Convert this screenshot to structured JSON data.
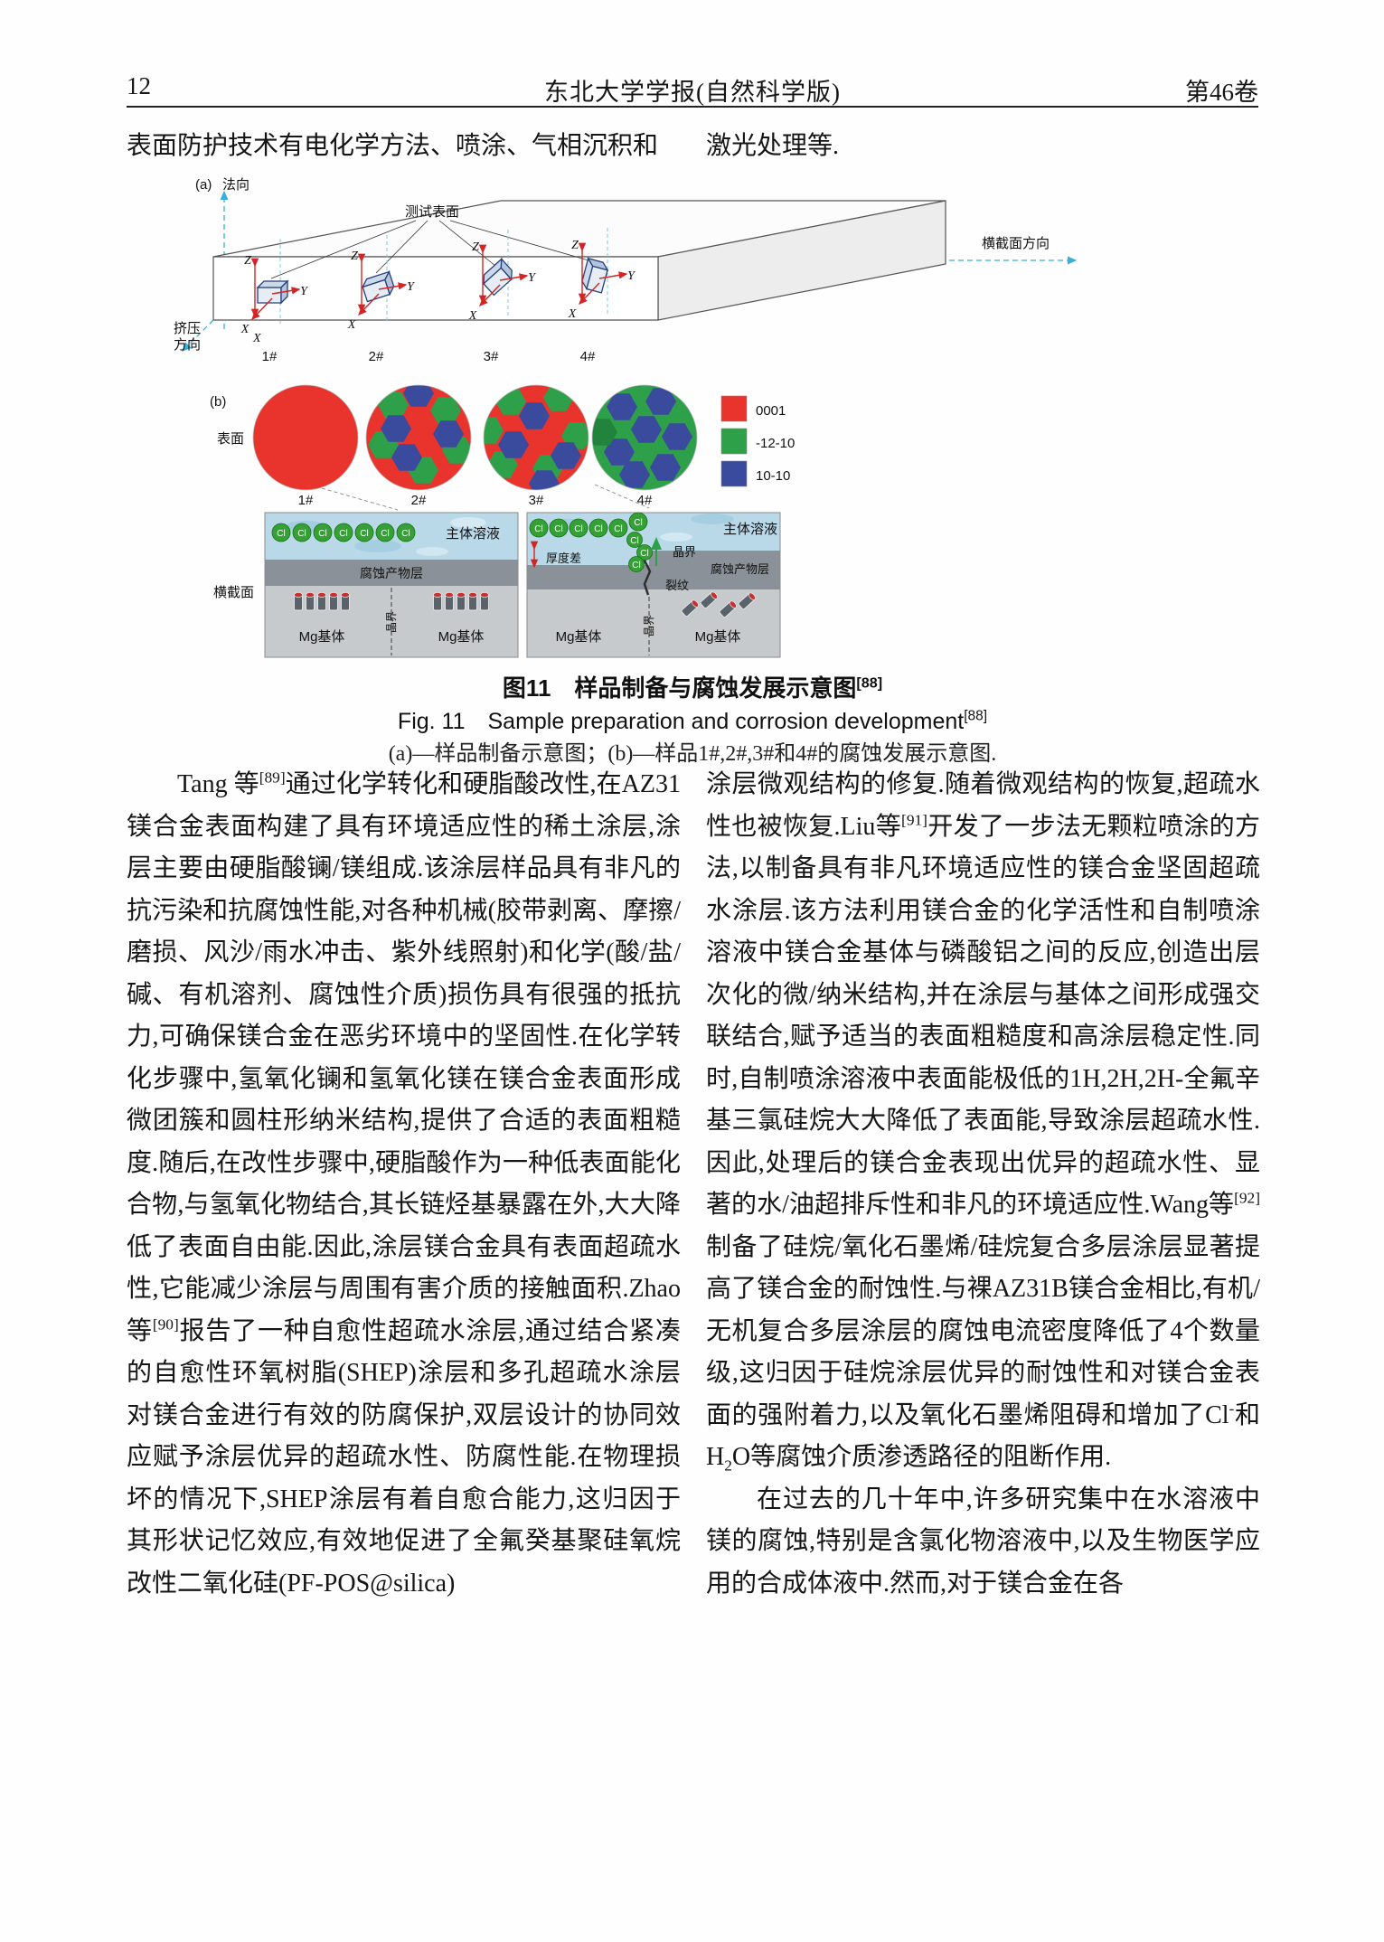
{
  "page": {
    "number": "12",
    "journal": "东北大学学报(自然科学版)",
    "volume": "第46卷"
  },
  "intro": {
    "left": "表面防护技术有电化学方法、喷涂、气相沉积和",
    "right": "激光处理等."
  },
  "figure": {
    "a_label": "(a)",
    "normal_dir": "法向",
    "test_surface": "测试表面",
    "cross_dir": "横截面方向",
    "extrude1": "挤压",
    "extrude2": "方向",
    "axis_x": "X",
    "axis_y": "Y",
    "axis_z": "Z",
    "s1": "1#",
    "s2": "2#",
    "s3": "3#",
    "s4": "4#",
    "b_label": "(b)",
    "surface_label": "表面",
    "cross_section": "横截面",
    "legend": [
      {
        "label": "0001",
        "color": "#e8342c"
      },
      {
        "label": "-12-10",
        "color": "#2ea04a"
      },
      {
        "label": "10-10",
        "color": "#3a4a9c"
      }
    ],
    "solution": "主体溶液",
    "cl": "Cl",
    "product": "腐蚀产物层",
    "mg": "Mg基体",
    "gb": "晶界",
    "thickness": "厚度差",
    "crack": "裂纹"
  },
  "caption": {
    "cn": "图11　样品制备与腐蚀发展示意图",
    "ref": "[88]",
    "en": "Fig. 11　Sample preparation and corrosion development",
    "sub": "(a)—样品制备示意图；(b)—样品1#,2#,3#和4#的腐蚀发展示意图."
  },
  "body": {
    "left_paragraphs": [
      {
        "indent": true,
        "segs": [
          {
            "t": "Tang 等"
          },
          {
            "t": "[89]",
            "sup": true
          },
          {
            "t": "通过化学转化和硬脂酸改性,在AZ31镁合金表面构建了具有环境适应性的稀土涂层,涂层主要由硬脂酸镧/镁组成.该涂层样品具有非凡的抗污染和抗腐蚀性能,对各种机械(胶带剥离、摩擦/磨损、风沙/雨水冲击、紫外线照射)和化学(酸/盐/碱、有机溶剂、腐蚀性介质)损伤具有很强的抵抗力,可确保镁合金在恶劣环境中的坚固性.在化学转化步骤中,氢氧化镧和氢氧化镁在镁合金表面形成微团簇和圆柱形纳米结构,提供了合适的表面粗糙度.随后,在改性步骤中,硬脂酸作为一种低表面能化合物,与氢氧化物结合,其长链烃基暴露在外,大大降低了表面自由能.因此,涂层镁合金具有表面超疏水性,它能减少涂层与周围有害介质的接触面积.Zhao等"
          },
          {
            "t": "[90]",
            "sup": true
          },
          {
            "t": "报告了一种自愈性超疏水涂层,通过结合紧凑的自愈性环氧树脂(SHEP)涂层和多孔超疏水涂层对镁合金进行有效的防腐保护,双层设计的协同效应赋予涂层优异的超疏水性、防腐性能.在物理损坏的情况下,SHEP涂层有着自愈合能力,这归因于其形状记忆效应,有效地促进了全氟癸基聚硅氧烷改性二氧化硅(PF-POS@silica)"
          }
        ]
      }
    ],
    "right_paragraphs": [
      {
        "indent": false,
        "segs": [
          {
            "t": "涂层微观结构的修复.随着微观结构的恢复,超疏水性也被恢复.Liu等"
          },
          {
            "t": "[91]",
            "sup": true
          },
          {
            "t": "开发了一步法无颗粒喷涂的方法,以制备具有非凡环境适应性的镁合金坚固超疏水涂层.该方法利用镁合金的化学活性和自制喷涂溶液中镁合金基体与磷酸铝之间的反应,创造出层次化的微/纳米结构,并在涂层与基体之间形成强交联结合,赋予适当的表面粗糙度和高涂层稳定性.同时,自制喷涂溶液中表面能极低的1H,2H,2H-全氟辛基三氯硅烷大大降低了表面能,导致涂层超疏水性.因此,处理后的镁合金表现出优异的超疏水性、显著的水/油超排斥性和非凡的环境适应性.Wang等"
          },
          {
            "t": "[92]",
            "sup": true
          },
          {
            "t": "制备了硅烷/氧化石墨烯/硅烷复合多层涂层显著提高了镁合金的耐蚀性.与裸AZ31B镁合金相比,有机/无机复合多层涂层的腐蚀电流密度降低了4个数量级,这归因于硅烷涂层优异的耐蚀性和对镁合金表面的强附着力,以及氧化石墨烯阻碍和增加了Cl"
          },
          {
            "t": "-",
            "sup": true
          },
          {
            "t": "和H"
          },
          {
            "t": "2",
            "sub": true
          },
          {
            "t": "O等腐蚀介质渗透路径的阻断作用."
          }
        ]
      },
      {
        "indent": true,
        "segs": [
          {
            "t": "在过去的几十年中,许多研究集中在水溶液中镁的腐蚀,特别是含氯化物溶液中,以及生物医学应用的合成体液中.然而,对于镁合金在各"
          }
        ]
      }
    ]
  }
}
